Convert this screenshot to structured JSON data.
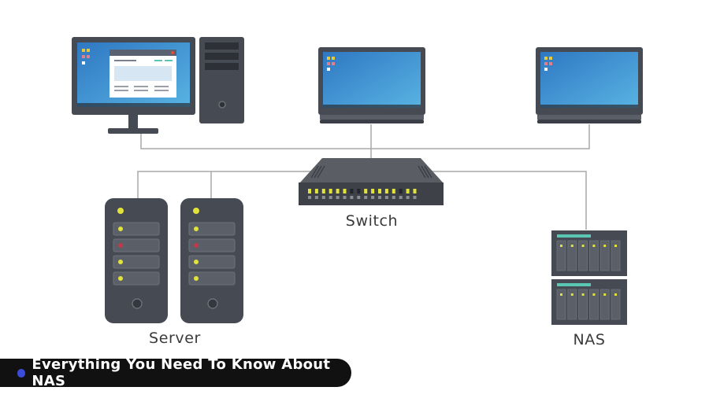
{
  "labels": {
    "switch": "Switch",
    "server": "Server",
    "nas": "NAS"
  },
  "banner": {
    "text": "Everything You Need To Know About NAS"
  },
  "colors": {
    "device_dark": "#464a52",
    "screen_blue": "#3d8ed0",
    "line_gray": "#a9a9a9",
    "led_yellow": "#e1e23a",
    "led_red": "#c0394d",
    "banner_bg": "#111111",
    "banner_dot": "#3b4cd9",
    "nas_teal": "#5ac7b4"
  }
}
